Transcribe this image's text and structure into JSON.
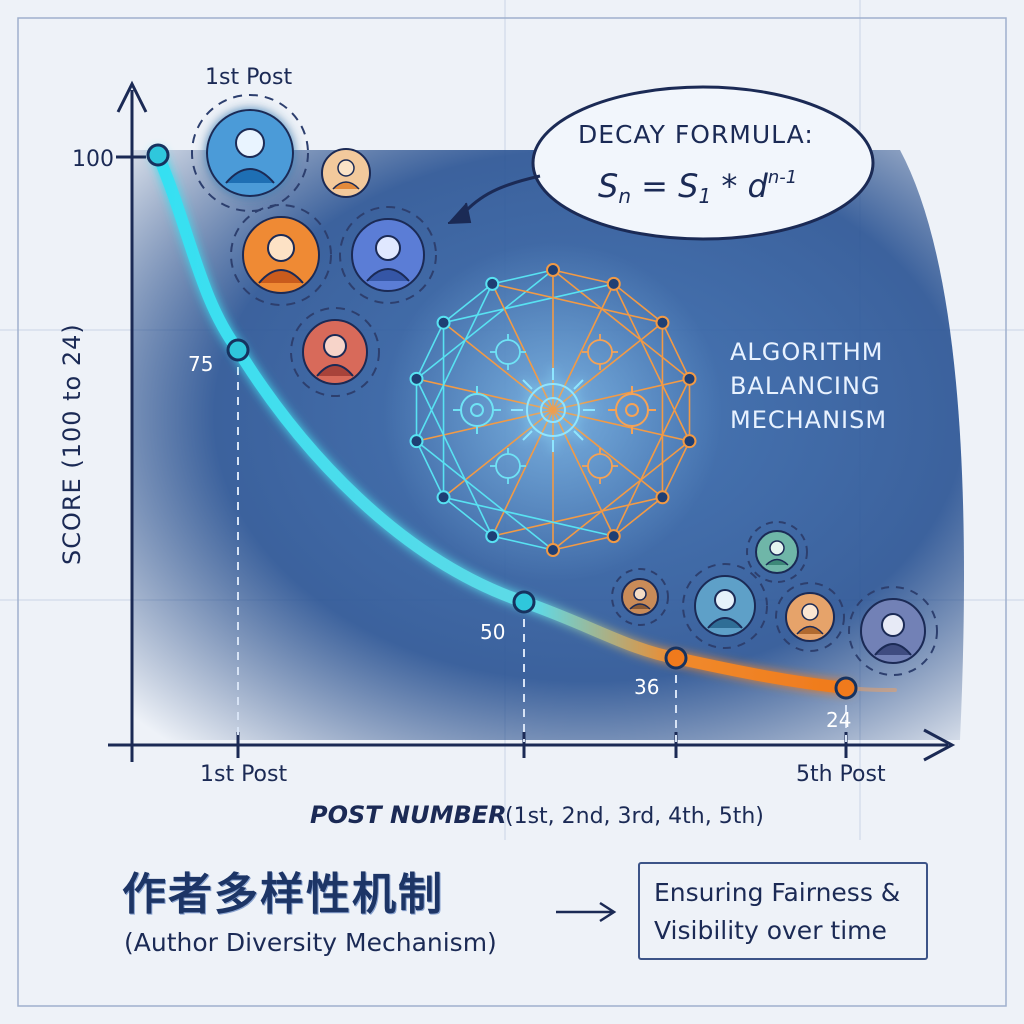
{
  "chart_data": {
    "type": "line",
    "ylabel": "SCORE (100 to 24)",
    "xlabel_main": "POST NUMBER",
    "xlabel_detail": "(1st, 2nd, 3rd, 4th, 5th)",
    "x_tick_labels": [
      "1st Post",
      "5th Post"
    ],
    "top_label": "1st Post",
    "y_axis_tick": "100",
    "points": [
      {
        "label": "100",
        "value": 100
      },
      {
        "label": "75",
        "value": 75
      },
      {
        "label": "50",
        "value": 50
      },
      {
        "label": "36",
        "value": 36
      },
      {
        "label": "24",
        "value": 24
      }
    ]
  },
  "formula": {
    "title": "DECAY FORMULA:",
    "expr_base": "S",
    "expr_sub_n": "n",
    "expr_eq": " = S",
    "expr_sub_1": "1",
    "expr_mul": " * d",
    "expr_sup": "n-1"
  },
  "algorithm": {
    "line1": "ALGORITHM",
    "line2": "BALANCING",
    "line3": "MECHANISM"
  },
  "footer": {
    "title_zh": "作者多样性机制",
    "title_en": "(Author Diversity Mechanism)",
    "fairness_line1": "Ensuring Fairness &",
    "fairness_line2": "Visibility over time"
  },
  "colors": {
    "curve_start": "#35e0f2",
    "curve_end": "#f08a2c",
    "axis": "#1b2a55",
    "panel": "#2a4f8e"
  }
}
